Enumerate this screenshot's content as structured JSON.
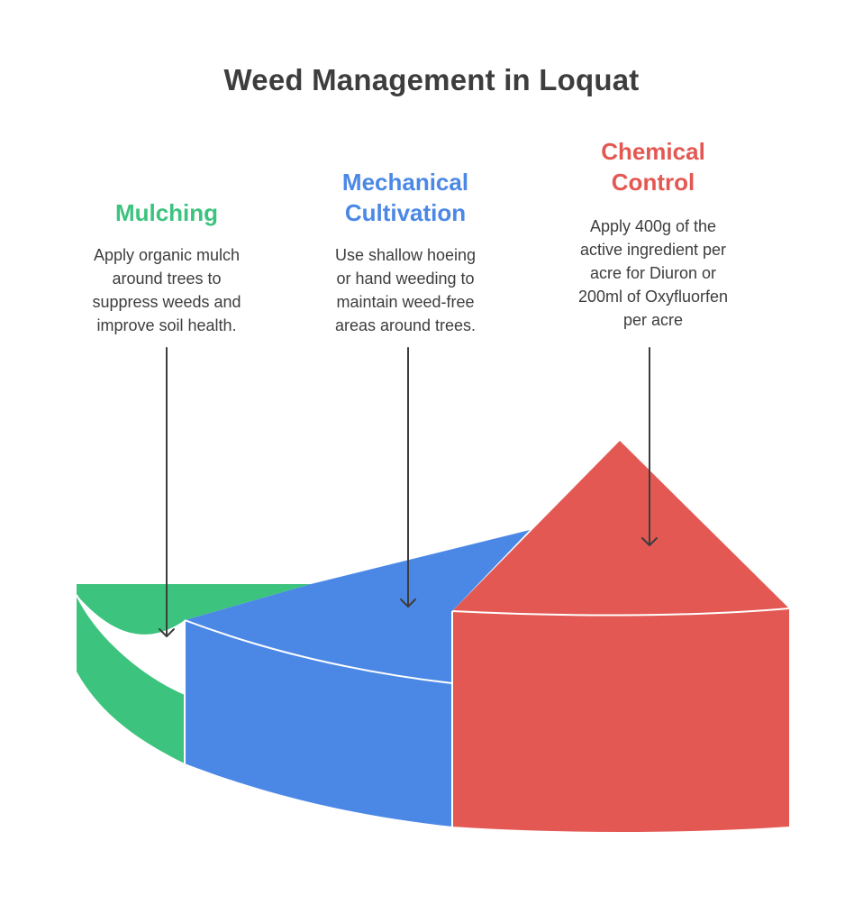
{
  "title": "Weed Management in Loquat",
  "colors": {
    "mulching": "#3cc37e",
    "mechanical": "#4b88e6",
    "chemical": "#e35853",
    "text": "#3d3d3d",
    "arrow": "#3d3d3d"
  },
  "segments": [
    {
      "heading_lines": [
        "Mulching"
      ],
      "description_lines": [
        "Apply organic mulch",
        "around trees to",
        "suppress weeds and",
        "improve soil health."
      ]
    },
    {
      "heading_lines": [
        "Mechanical",
        "Cultivation"
      ],
      "description_lines": [
        "Use shallow hoeing",
        "or hand weeding to",
        "maintain weed-free",
        "areas around trees."
      ]
    },
    {
      "heading_lines": [
        "Chemical",
        "Control"
      ],
      "description_lines": [
        "Apply 400g of the",
        "active ingredient per",
        "acre for Diuron or",
        "200ml of Oxyfluorfen",
        "per acre"
      ]
    }
  ]
}
